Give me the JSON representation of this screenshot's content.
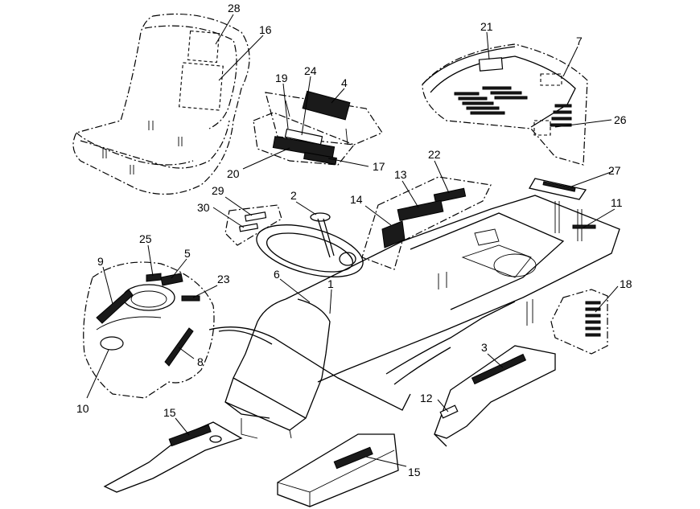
{
  "diagram": {
    "callouts": [
      {
        "label": "28"
      },
      {
        "label": "16"
      },
      {
        "label": "19"
      },
      {
        "label": "24"
      },
      {
        "label": "4"
      },
      {
        "label": "20"
      },
      {
        "label": "17"
      },
      {
        "label": "21"
      },
      {
        "label": "7"
      },
      {
        "label": "26"
      },
      {
        "label": "22"
      },
      {
        "label": "13"
      },
      {
        "label": "27"
      },
      {
        "label": "14"
      },
      {
        "label": "2"
      },
      {
        "label": "29"
      },
      {
        "label": "30"
      },
      {
        "label": "11"
      },
      {
        "label": "25"
      },
      {
        "label": "5"
      },
      {
        "label": "9"
      },
      {
        "label": "23"
      },
      {
        "label": "6"
      },
      {
        "label": "1"
      },
      {
        "label": "18"
      },
      {
        "label": "8"
      },
      {
        "label": "10"
      },
      {
        "label": "3"
      },
      {
        "label": "12"
      },
      {
        "label": "15"
      },
      {
        "label": "15"
      }
    ]
  }
}
